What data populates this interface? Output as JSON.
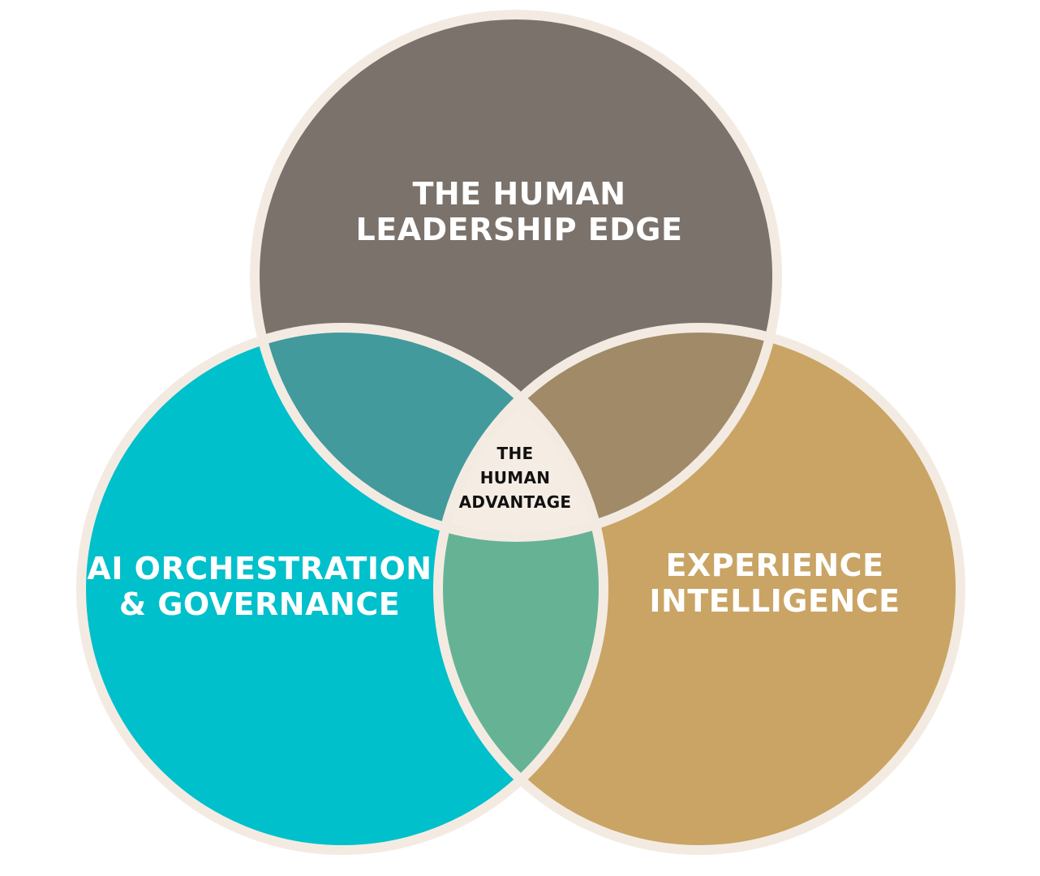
{
  "diagram": {
    "type": "venn-3",
    "colors": {
      "background": "#ffffff",
      "border": "#f3ebe2",
      "top_circle": "#7a726b",
      "left_circle": "#00c0cb",
      "right_circle": "#c9a464",
      "top_left_overlap": "#429a9c",
      "top_right_overlap": "#a08a68",
      "left_right_overlap": "#66b295",
      "center": "#f5ede4",
      "center_text": "#111111",
      "label_text": "#ffffff"
    },
    "circles": {
      "top": {
        "line1": "THE HUMAN",
        "line2": "LEADERSHIP EDGE"
      },
      "left": {
        "line1": "AI ORCHESTRATION",
        "line2": "& GOVERNANCE"
      },
      "right": {
        "line1": "EXPERIENCE",
        "line2": "INTELLIGENCE"
      }
    },
    "center": {
      "line1": "THE",
      "line2": "HUMAN",
      "line3": "ADVANTAGE"
    }
  }
}
